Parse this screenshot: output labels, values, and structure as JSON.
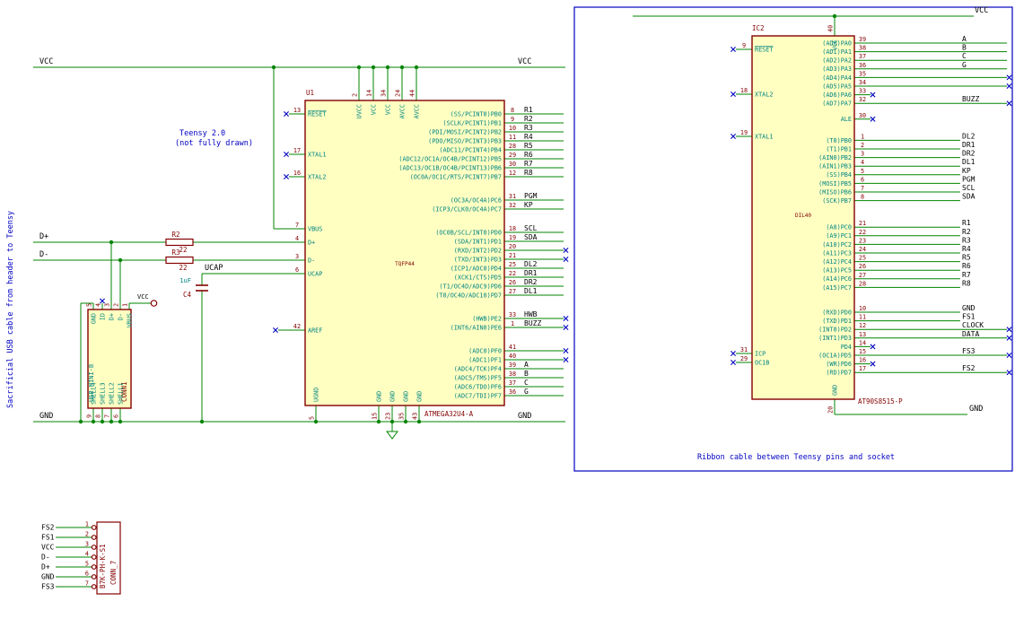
{
  "colors": {
    "wire": "#008400",
    "body_fill": "#ffffc2",
    "body_outline": "#840000",
    "pin_name": "#008484",
    "pin_number": "#840000",
    "net_label": "#000000",
    "note": "#0000c2",
    "no_connect": "#0000c2",
    "sheet_border": "#0000c2"
  },
  "notes": {
    "left_vertical": "Sacrificial USB cable from header to Teensy",
    "teensy_line1": "Teensy 2.0",
    "teensy_line2": "(not fully drawn)",
    "ribbon": "Ribbon cable between Teensy pins and socket"
  },
  "net_flags": {
    "vcc_left": "VCC",
    "vcc_right": "VCC",
    "gnd_left": "GND",
    "gnd_right": "GND",
    "d_plus": "D+",
    "d_minus": "D-",
    "ucap": "UCAP",
    "vcc_conn": "VCC",
    "vcc_ic2": "VCC",
    "gnd_ic2": "GND"
  },
  "components": {
    "u1": {
      "ref": "U1",
      "value": "ATMEGA32U4-A",
      "package": "TQFP44",
      "left_pins": [
        {
          "num": "13",
          "name": "RESET",
          "bar": true,
          "nc": true
        },
        {
          "num": "17",
          "name": "XTAL1",
          "nc": true
        },
        {
          "num": "16",
          "name": "XTAL2",
          "nc": true
        },
        {
          "num": "7",
          "name": "VBUS"
        },
        {
          "num": "4",
          "name": "D+"
        },
        {
          "num": "3",
          "name": "D-"
        },
        {
          "num": "6",
          "name": "UCAP"
        },
        {
          "num": "42",
          "name": "AREF",
          "nc": true,
          "ext": true
        }
      ],
      "right_groups": [
        [
          {
            "num": "8",
            "name": "(SS/PCINT0)PB0",
            "label": "R1"
          },
          {
            "num": "9",
            "name": "(SCLK/PCINT1)PB1",
            "label": "R2"
          },
          {
            "num": "10",
            "name": "(PDI/MOSI/PCINT2)PB2",
            "label": "R3"
          },
          {
            "num": "11",
            "name": "(PDO/MISO/PCINT3)PB3",
            "label": "R4"
          },
          {
            "num": "28",
            "name": "(ADC11/PCINT4)PB4",
            "label": "R5"
          },
          {
            "num": "29",
            "name": "(ADC12/OC1A/OC4B/PCINT12)PB5",
            "label": "R6"
          },
          {
            "num": "30",
            "name": "(ADC13/OC1B/OC4B/PCINT13)PB6",
            "label": "R7"
          },
          {
            "num": "12",
            "name": "(OC0A/OC1C/RTS/PCINT7)PB7",
            "label": "R8"
          }
        ],
        [
          {
            "num": "31",
            "name": "(OC3A/OC4A)PC6",
            "label": "PGM"
          },
          {
            "num": "32",
            "name": "(ICP3/CLK0/OC4A)PC7",
            "label": "KP"
          }
        ],
        [
          {
            "num": "18",
            "name": "(OC0B/SCL/INT0)PD0",
            "label": "SCL"
          },
          {
            "num": "19",
            "name": "(SDA/INT1)PD1",
            "label": "SDA"
          },
          {
            "num": "20",
            "name": "(RXD/INT2)PD2",
            "nc": true
          },
          {
            "num": "21",
            "name": "(TXD/INT3)PD3",
            "nc": true
          },
          {
            "num": "25",
            "name": "(ICP1/ADC8)PD4",
            "label": "DL2"
          },
          {
            "num": "22",
            "name": "(XCK1/CTS)PD5",
            "label": "DR1"
          },
          {
            "num": "26",
            "name": "(T1/OC4D/ADC9)PD6",
            "label": "DR2"
          },
          {
            "num": "27",
            "name": "(T0/OC4D/ADC10)PD7",
            "label": "DL1"
          }
        ],
        [
          {
            "num": "33",
            "name": "(HWB)PE2",
            "label": "HWB",
            "nc": true
          },
          {
            "num": "1",
            "name": "(INT6/AIN0)PE6",
            "label": "BUZZ",
            "nc": true
          }
        ],
        [
          {
            "num": "41",
            "name": "(ADC0)PF0",
            "nc": true
          },
          {
            "num": "40",
            "name": "(ADC1)PF1",
            "nc": true
          },
          {
            "num": "39",
            "name": "(ADC4/TCK)PF4",
            "label": "A"
          },
          {
            "num": "38",
            "name": "(ADC5/TMS)PF5",
            "label": "B"
          },
          {
            "num": "37",
            "name": "(ADC6/TDO)PF6",
            "label": "C"
          },
          {
            "num": "36",
            "name": "(ADC7/TDI)PF7",
            "label": "G"
          }
        ]
      ],
      "top_pins": [
        {
          "num": "2",
          "name": "UVCC"
        },
        {
          "num": "14",
          "name": "VCC"
        },
        {
          "num": "34",
          "name": "VCC"
        },
        {
          "num": "24",
          "name": "AVCC"
        },
        {
          "num": "44",
          "name": "AVCC"
        }
      ],
      "bottom_pins": [
        {
          "num": "5",
          "name": "UGND"
        },
        {
          "num": "15",
          "name": "GND"
        },
        {
          "num": "23",
          "name": "GND"
        },
        {
          "num": "35",
          "name": "GND"
        },
        {
          "num": "43",
          "name": "GND"
        }
      ]
    },
    "ic2": {
      "ref": "IC2",
      "value": "AT90S8515-P",
      "package": "DIL40",
      "left_pins": [
        {
          "num": "9",
          "name": "RESET",
          "bar": true,
          "nc": true
        },
        {
          "num": "18",
          "name": "XTAL2",
          "nc": true
        },
        {
          "num": "19",
          "name": "XTAL1",
          "nc": true
        },
        {
          "num": "31",
          "name": "ICP",
          "nc": true
        },
        {
          "num": "29",
          "name": "OC1B",
          "nc": true
        }
      ],
      "right_groups": [
        [
          {
            "num": "39",
            "name": "(AD0)PA0",
            "label": "A",
            "edge": true
          },
          {
            "num": "38",
            "name": "(AD1)PA1",
            "label": "B",
            "edge": true
          },
          {
            "num": "37",
            "name": "(AD2)PA2",
            "label": "C",
            "edge": true
          },
          {
            "num": "36",
            "name": "(AD3)PA3",
            "label": "G",
            "edge": true
          },
          {
            "num": "35",
            "name": "(AD4)PA4",
            "edge": true,
            "nc": true
          },
          {
            "num": "34",
            "name": "(AD5)PA5",
            "edge": true,
            "nc": true
          },
          {
            "num": "33",
            "name": "(AD6)PA6",
            "nc": true
          },
          {
            "num": "32",
            "name": "(AD7)PA7",
            "label": "BUZZ",
            "edge": true,
            "nc": true
          }
        ],
        [
          {
            "num": "30",
            "name": "ALE",
            "nc": true
          }
        ],
        [
          {
            "num": "1",
            "name": "(T0)PB0",
            "label": "DL2"
          },
          {
            "num": "2",
            "name": "(T1)PB1",
            "label": "DR1"
          },
          {
            "num": "3",
            "name": "(AIN0)PB2",
            "label": "DR2"
          },
          {
            "num": "4",
            "name": "(AIN1)PB3",
            "label": "DL1"
          },
          {
            "num": "5",
            "name": "(SS)PB4",
            "label": "KP"
          },
          {
            "num": "6",
            "name": "(MOSI)PB5",
            "label": "PGM"
          },
          {
            "num": "7",
            "name": "(MISO)PB6",
            "label": "SCL"
          },
          {
            "num": "8",
            "name": "(SCK)PB7",
            "label": "SDA"
          }
        ],
        [
          {
            "num": "21",
            "name": "(A8)PC0",
            "label": "R1"
          },
          {
            "num": "22",
            "name": "(A9)PC1",
            "label": "R2"
          },
          {
            "num": "23",
            "name": "(A10)PC2",
            "label": "R3"
          },
          {
            "num": "24",
            "name": "(A11)PC3",
            "label": "R4"
          },
          {
            "num": "25",
            "name": "(A12)PC4",
            "label": "R5"
          },
          {
            "num": "26",
            "name": "(A13)PC5",
            "label": "R6"
          },
          {
            "num": "27",
            "name": "(A14)PC6",
            "label": "R7"
          },
          {
            "num": "28",
            "name": "(A15)PC7",
            "label": "R8"
          }
        ],
        [
          {
            "num": "10",
            "name": "(RXD)PD0",
            "label": "GND"
          },
          {
            "num": "11",
            "name": "(TXD)PD1",
            "label": "FS1"
          },
          {
            "num": "12",
            "name": "(INT0)PD2",
            "label": "CLOCK",
            "edge": true,
            "nc": true
          },
          {
            "num": "13",
            "name": "(INT1)PD3",
            "label": "DATA",
            "edge": true,
            "nc": true
          },
          {
            "num": "14",
            "name": "PD4",
            "nc": true
          },
          {
            "num": "15",
            "name": "(OC1A)PD5",
            "label": "FS3",
            "edge": true,
            "nc": true
          },
          {
            "num": "16",
            "name": "(WR)PD6",
            "nc": true
          },
          {
            "num": "17",
            "name": "(RD)PD7",
            "label": "FS2",
            "edge": true,
            "nc": true
          }
        ]
      ],
      "top_pins": [
        {
          "num": "40",
          "name": "VCC"
        }
      ],
      "bottom_pins": [
        {
          "num": "20",
          "name": "GND"
        }
      ]
    },
    "conn1": {
      "ref": "CONN1",
      "value": "USB-MINI-B",
      "top_pins": [
        {
          "num": "5",
          "name": "GND"
        },
        {
          "num": "4",
          "name": "ID",
          "nc": true
        },
        {
          "num": "3",
          "name": "D+"
        },
        {
          "num": "2",
          "name": "D-"
        },
        {
          "num": "1",
          "name": "VBUS"
        }
      ],
      "bottom_pins": [
        {
          "num": "9",
          "name": "SHELL4"
        },
        {
          "num": "8",
          "name": "SHELL3"
        },
        {
          "num": "7",
          "name": "SHELL2"
        },
        {
          "num": "6",
          "name": "SHELL1"
        }
      ]
    },
    "conn7": {
      "ref": "CONN_7",
      "value": "B7K-PH-K-S1",
      "pins": [
        {
          "num": "1",
          "label": "FS2"
        },
        {
          "num": "2",
          "label": "FS1"
        },
        {
          "num": "3",
          "label": "VCC"
        },
        {
          "num": "4",
          "label": "D-"
        },
        {
          "num": "5",
          "label": "D+"
        },
        {
          "num": "6",
          "label": "GND"
        },
        {
          "num": "7",
          "label": "FS3"
        }
      ]
    },
    "r2": {
      "ref": "R2",
      "value": "22"
    },
    "r3": {
      "ref": "R3",
      "value": "22"
    },
    "c4": {
      "ref": "C4",
      "value": "1uF"
    }
  }
}
